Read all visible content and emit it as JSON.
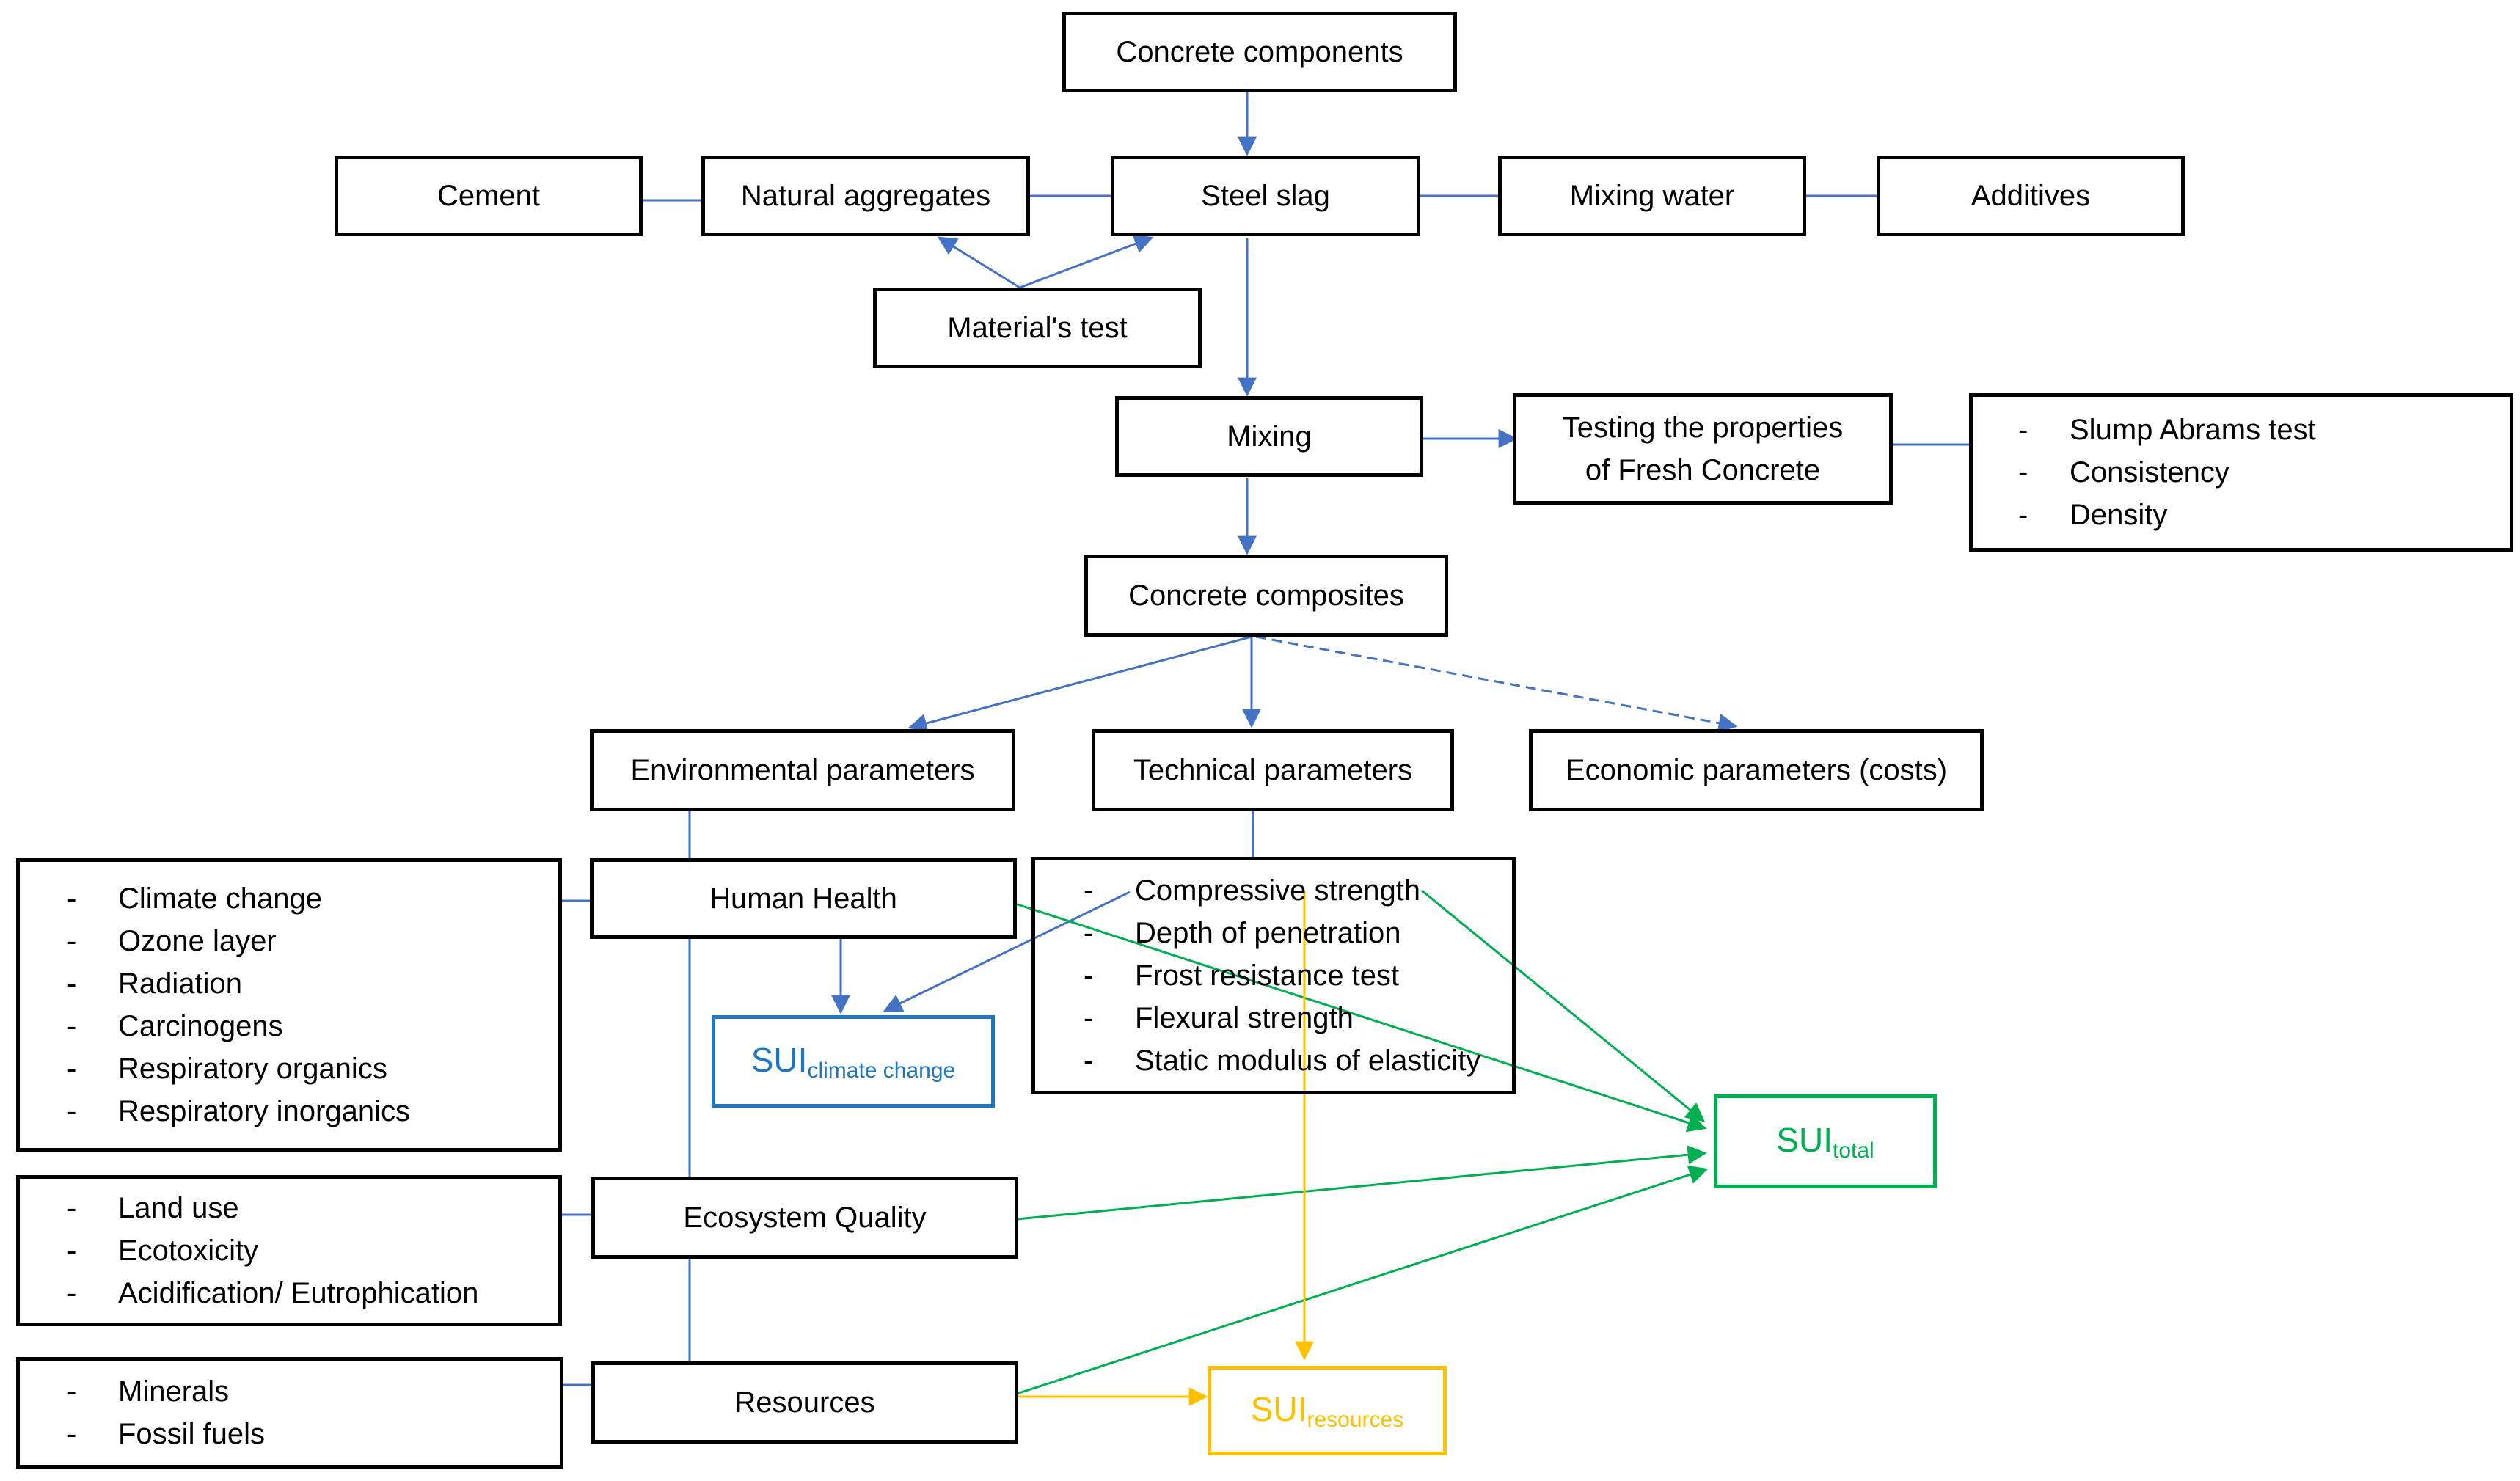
{
  "nodes": {
    "concrete_components": "Concrete components",
    "cement": "Cement",
    "natural_aggregates": "Natural aggregates",
    "steel_slag": "Steel slag",
    "mixing_water": "Mixing water",
    "additives": "Additives",
    "materials_test": "Material's test",
    "mixing": "Mixing",
    "testing_fresh_line1": "Testing the properties",
    "testing_fresh_line2": "of Fresh Concrete",
    "fresh_tests": [
      "Slump Abrams test",
      "Consistency",
      "Density"
    ],
    "concrete_composites": "Concrete composites",
    "environmental_parameters": "Environmental parameters",
    "technical_parameters": "Technical parameters",
    "economic_parameters": "Economic parameters (costs)",
    "human_health": "Human Health",
    "ecosystem_quality": "Ecosystem Quality",
    "resources": "Resources",
    "human_health_items": [
      "Climate change",
      "Ozone layer",
      "Radiation",
      "Carcinogens",
      "Respiratory organics",
      "Respiratory inorganics"
    ],
    "ecosystem_items": [
      "Land use",
      "Ecotoxicity",
      "Acidification/ Eutrophication"
    ],
    "resources_items": [
      "Minerals",
      "Fossil fuels"
    ],
    "technical_items": [
      "Compressive strength",
      "Depth of penetration",
      "Frost resistance test",
      "Flexural strength",
      "Static modulus of elasticity"
    ],
    "sui_climate_main": "SUI",
    "sui_climate_sub": "climate change",
    "sui_total_main": "SUI",
    "sui_total_sub": "total",
    "sui_resources_main": "SUI",
    "sui_resources_sub": "resources"
  },
  "colors": {
    "line": "#4472c4",
    "box_border": "#000000",
    "green": "#00b050",
    "yellow": "#ffc000",
    "blue_box": "#1f77c4"
  }
}
